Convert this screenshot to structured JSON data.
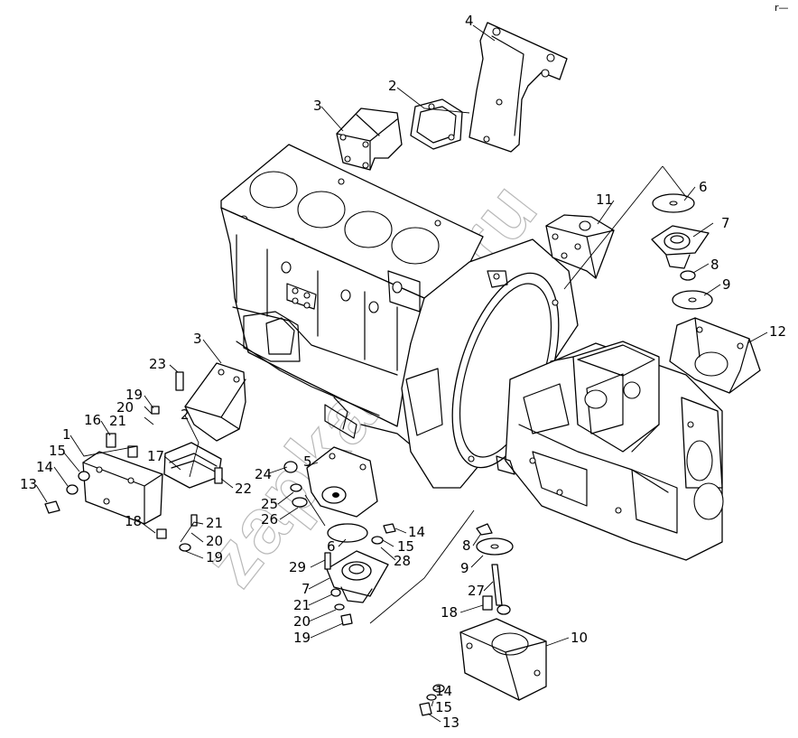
{
  "corner_mark": "r—",
  "watermark": "zapkamaz.ru",
  "callouts": [
    {
      "id": "c4a",
      "text": "4"
    },
    {
      "id": "c2a",
      "text": "2"
    },
    {
      "id": "c3a",
      "text": "3"
    },
    {
      "id": "c6a",
      "text": "6"
    },
    {
      "id": "c11",
      "text": "11"
    },
    {
      "id": "c7a",
      "text": "7"
    },
    {
      "id": "c8a",
      "text": "8"
    },
    {
      "id": "c9a",
      "text": "9"
    },
    {
      "id": "c12",
      "text": "12"
    },
    {
      "id": "c3b",
      "text": "3"
    },
    {
      "id": "c23",
      "text": "23"
    },
    {
      "id": "c19a",
      "text": "19"
    },
    {
      "id": "c20a",
      "text": "20"
    },
    {
      "id": "c21a",
      "text": "21"
    },
    {
      "id": "c16",
      "text": "16"
    },
    {
      "id": "c1",
      "text": "1"
    },
    {
      "id": "c15a",
      "text": "15"
    },
    {
      "id": "c14a",
      "text": "14"
    },
    {
      "id": "c13a",
      "text": "13"
    },
    {
      "id": "c2b",
      "text": "2"
    },
    {
      "id": "c17",
      "text": "17"
    },
    {
      "id": "c22",
      "text": "22"
    },
    {
      "id": "c24",
      "text": "24"
    },
    {
      "id": "c5",
      "text": "5"
    },
    {
      "id": "c25",
      "text": "25"
    },
    {
      "id": "c26",
      "text": "26"
    },
    {
      "id": "c18a",
      "text": "18"
    },
    {
      "id": "c21b",
      "text": "21"
    },
    {
      "id": "c20b",
      "text": "20"
    },
    {
      "id": "c19b",
      "text": "19"
    },
    {
      "id": "c14b",
      "text": "14"
    },
    {
      "id": "c15b",
      "text": "15"
    },
    {
      "id": "c6b",
      "text": "6"
    },
    {
      "id": "c28",
      "text": "28"
    },
    {
      "id": "c29",
      "text": "29"
    },
    {
      "id": "c7b",
      "text": "7"
    },
    {
      "id": "c21c",
      "text": "21"
    },
    {
      "id": "c20c",
      "text": "20"
    },
    {
      "id": "c19c",
      "text": "19"
    },
    {
      "id": "c8b",
      "text": "8"
    },
    {
      "id": "c9b",
      "text": "9"
    },
    {
      "id": "c27",
      "text": "27"
    },
    {
      "id": "c18b",
      "text": "18"
    },
    {
      "id": "c10",
      "text": "10"
    },
    {
      "id": "c14c",
      "text": "14"
    },
    {
      "id": "c15c",
      "text": "15"
    },
    {
      "id": "c13b",
      "text": "13"
    }
  ]
}
